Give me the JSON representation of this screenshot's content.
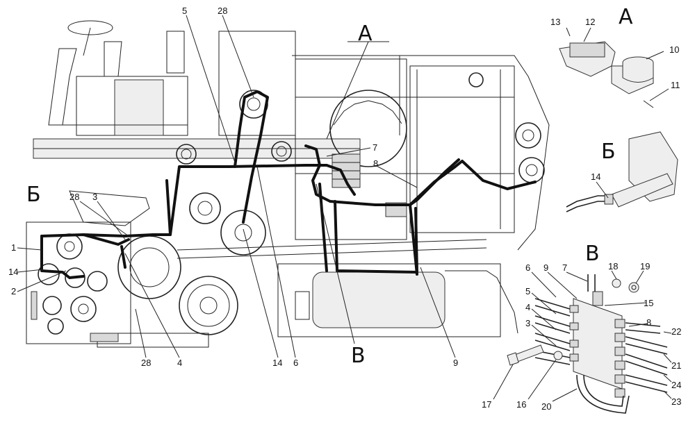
{
  "callouts": [
    "1",
    "2",
    "3",
    "4",
    "5",
    "6",
    "7",
    "8",
    "9",
    "10",
    "11",
    "12",
    "13",
    "14",
    "15",
    "16",
    "17",
    "18",
    "19",
    "20",
    "21",
    "22",
    "23",
    "24",
    "28"
  ],
  "views": {
    "a": "А",
    "b": "Б",
    "c": "В"
  },
  "labels": {
    "n5": "5",
    "n28_top": "28",
    "n7": "7",
    "n8": "8",
    "n28_left": "28",
    "n3": "3",
    "n1": "1",
    "n14_left": "14",
    "n2": "2",
    "n28_bottom": "28",
    "n4": "4",
    "n14_bottom": "14",
    "n6": "6",
    "n9": "9",
    "n13": "13",
    "n12": "12",
    "n10": "10",
    "n11": "11",
    "n14_detail": "14",
    "d_6": "6",
    "d_9": "9",
    "d_7": "7",
    "d_18": "18",
    "d_19": "19",
    "d_5": "5",
    "d_15": "15",
    "d_4": "4",
    "d_3": "3",
    "d_8": "8",
    "d_22": "22",
    "d_21": "21",
    "d_24": "24",
    "d_23": "23",
    "d_17": "17",
    "d_16": "16",
    "d_20": "20"
  }
}
